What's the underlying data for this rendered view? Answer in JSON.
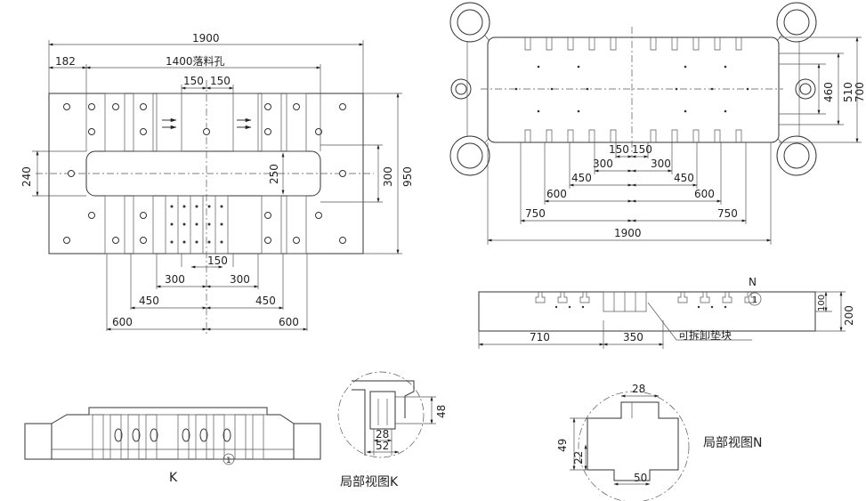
{
  "plan_view": {
    "dims": {
      "overall_width": "1900",
      "edge_offset": "182",
      "hole_span": "1400落料孔",
      "half_150_left": "150",
      "half_150_right": "150",
      "slot_width": "240",
      "inner_height": "250",
      "mid_height": "300",
      "overall_height": "950",
      "bottom_150": "150",
      "b300_left": "300",
      "b300_right": "300",
      "b450_left": "450",
      "b450_right": "450",
      "b600_left": "600",
      "b600_right": "600"
    }
  },
  "frame_view": {
    "dims": {
      "w150_left": "150",
      "w150_right": "150",
      "w300_left": "300",
      "w300_right": "300",
      "w450_left": "450",
      "w450_right": "450",
      "w600_left": "600",
      "w600_right": "600",
      "w750_left": "750",
      "w750_right": "750",
      "overall": "1900",
      "h460": "460",
      "h510": "510",
      "h700": "700"
    }
  },
  "section_view": {
    "dims": {
      "left_len": "710",
      "block_len": "350",
      "h100": "100",
      "h200": "200"
    },
    "callout_letter": "N",
    "callout_number": "1",
    "note": "可拆卸垫块"
  },
  "elevation_view": {
    "label": "K",
    "callout_number": "1"
  },
  "detail_k": {
    "title": "局部视图K",
    "dims": {
      "w28": "28",
      "w52": "52",
      "h48": "48"
    }
  },
  "detail_n": {
    "title": "局部视图N",
    "dims": {
      "w28": "28",
      "h49": "49",
      "h22": "22",
      "w50": "50"
    }
  }
}
